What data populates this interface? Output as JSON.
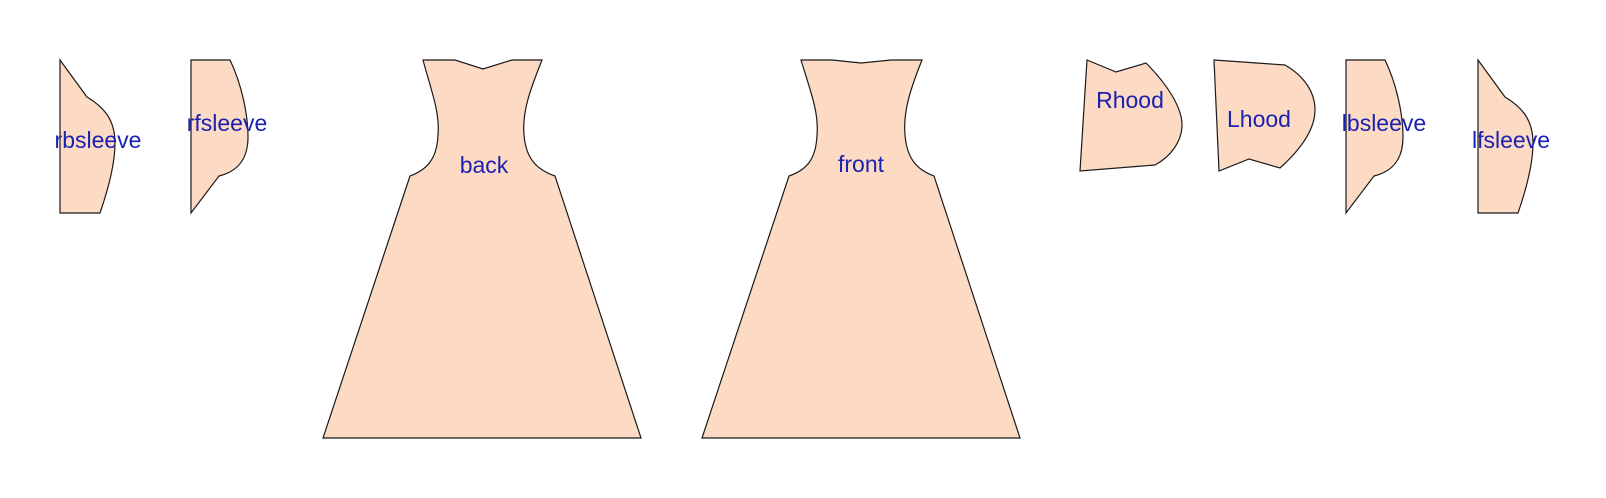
{
  "colors": {
    "piece_fill": "#FDDAC4",
    "outline": "#1a1a1a",
    "label": "#1a22b0",
    "background": "#ffffff"
  },
  "pieces": {
    "rbsleeve": {
      "label": "rbsleeve"
    },
    "rfsleeve": {
      "label": "rfsleeve"
    },
    "back": {
      "label": "back"
    },
    "front": {
      "label": "front"
    },
    "rhood": {
      "label": "Rhood"
    },
    "lhood": {
      "label": "Lhood"
    },
    "lbsleeve": {
      "label": "lbsleeve"
    },
    "lfsleeve": {
      "label": "lfsleeve"
    }
  }
}
